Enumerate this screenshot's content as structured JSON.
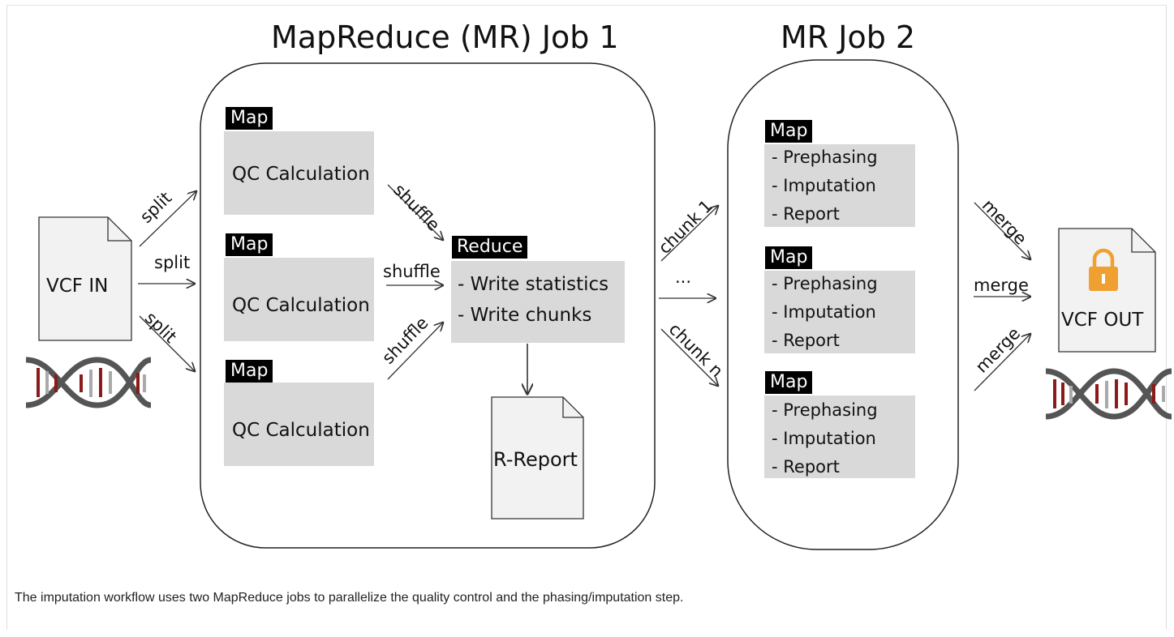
{
  "job1": {
    "title": "MapReduce (MR) Job 1"
  },
  "job2": {
    "title": "MR Job 2"
  },
  "input": {
    "label": "VCF IN"
  },
  "output": {
    "label": "VCF OUT"
  },
  "report": {
    "label": "R-Report"
  },
  "map_tag": "Map",
  "reduce_tag": "Reduce",
  "qc_label": "QC Calculation",
  "reduce_items": [
    "- Write statistics",
    "- Write chunks"
  ],
  "map2_items": [
    "- Prephasing",
    "- Imputation",
    "- Report"
  ],
  "edges": {
    "split": "split",
    "shuffle": "shuffle",
    "chunk1": "chunk 1",
    "ellipsis": "...",
    "chunkn": "chunk n",
    "merge": "merge"
  },
  "caption": "The imputation workflow uses two MapReduce jobs to parallelize the quality control and the phasing/imputation step.",
  "colors": {
    "box": "#d9d9d9",
    "dna_red": "#8b1a1a",
    "dna_gray": "#555555",
    "lock": "#f0a030"
  }
}
